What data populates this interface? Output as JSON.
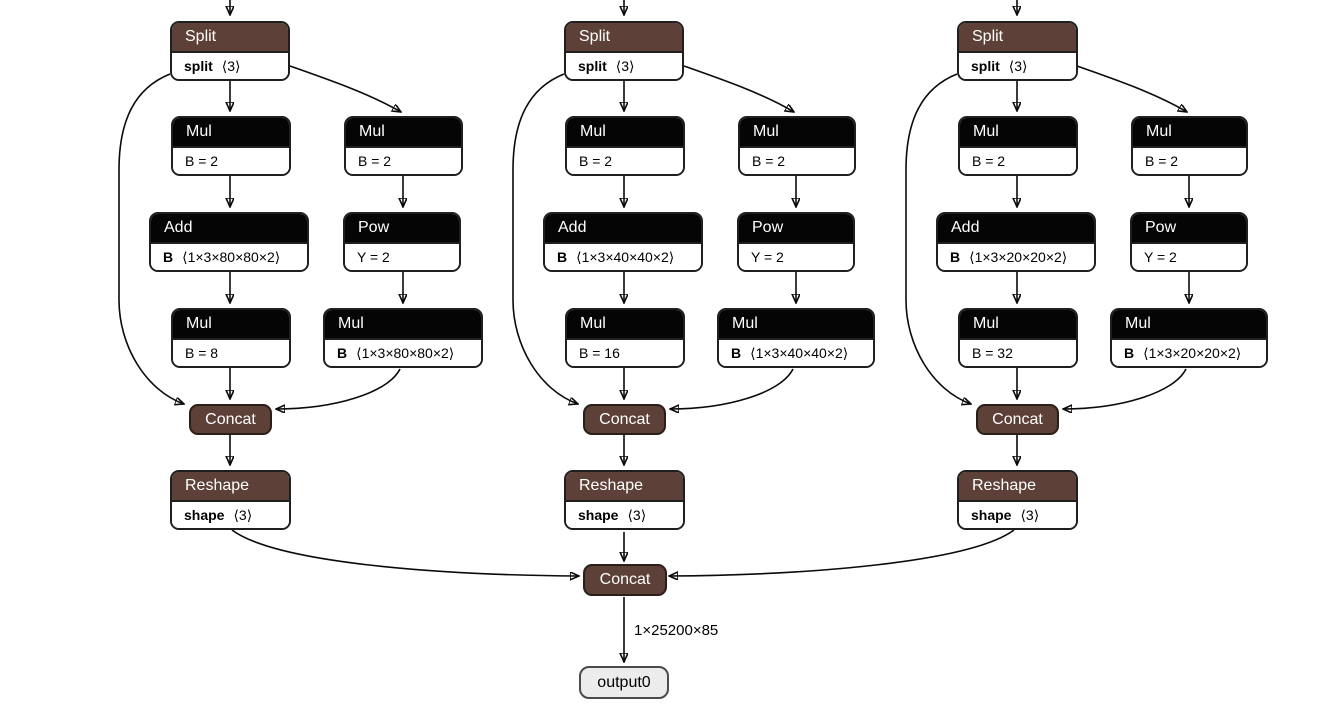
{
  "colors": {
    "shape_op_header": "#5d4037",
    "math_op_header": "#050505",
    "edge": "#0a0a0a",
    "node_border": "#1f1f1f",
    "output_fill": "#ececec"
  },
  "branches": [
    {
      "split": {
        "title": "Split",
        "attr_key": "split",
        "attr_value": "⟨3⟩"
      },
      "mul_xy": {
        "title": "Mul",
        "attr": "B = 2"
      },
      "mul_wh": {
        "title": "Mul",
        "attr": "B = 2"
      },
      "add": {
        "title": "Add",
        "attr_key": "B",
        "attr_value": "⟨1×3×80×80×2⟩"
      },
      "pow": {
        "title": "Pow",
        "attr": "Y = 2"
      },
      "mul_stride": {
        "title": "Mul",
        "attr": "B = 8"
      },
      "mul_anchor": {
        "title": "Mul",
        "attr_key": "B",
        "attr_value": "⟨1×3×80×80×2⟩"
      },
      "concat": {
        "title": "Concat"
      },
      "reshape": {
        "title": "Reshape",
        "attr_key": "shape",
        "attr_value": "⟨3⟩"
      }
    },
    {
      "split": {
        "title": "Split",
        "attr_key": "split",
        "attr_value": "⟨3⟩"
      },
      "mul_xy": {
        "title": "Mul",
        "attr": "B = 2"
      },
      "mul_wh": {
        "title": "Mul",
        "attr": "B = 2"
      },
      "add": {
        "title": "Add",
        "attr_key": "B",
        "attr_value": "⟨1×3×40×40×2⟩"
      },
      "pow": {
        "title": "Pow",
        "attr": "Y = 2"
      },
      "mul_stride": {
        "title": "Mul",
        "attr": "B = 16"
      },
      "mul_anchor": {
        "title": "Mul",
        "attr_key": "B",
        "attr_value": "⟨1×3×40×40×2⟩"
      },
      "concat": {
        "title": "Concat"
      },
      "reshape": {
        "title": "Reshape",
        "attr_key": "shape",
        "attr_value": "⟨3⟩"
      }
    },
    {
      "split": {
        "title": "Split",
        "attr_key": "split",
        "attr_value": "⟨3⟩"
      },
      "mul_xy": {
        "title": "Mul",
        "attr": "B = 2"
      },
      "mul_wh": {
        "title": "Mul",
        "attr": "B = 2"
      },
      "add": {
        "title": "Add",
        "attr_key": "B",
        "attr_value": "⟨1×3×20×20×2⟩"
      },
      "pow": {
        "title": "Pow",
        "attr": "Y = 2"
      },
      "mul_stride": {
        "title": "Mul",
        "attr": "B = 32"
      },
      "mul_anchor": {
        "title": "Mul",
        "attr_key": "B",
        "attr_value": "⟨1×3×20×20×2⟩"
      },
      "concat": {
        "title": "Concat"
      },
      "reshape": {
        "title": "Reshape",
        "attr_key": "shape",
        "attr_value": "⟨3⟩"
      }
    }
  ],
  "final": {
    "concat": {
      "title": "Concat"
    },
    "output_tensor_shape": "1×25200×85",
    "output": {
      "name": "output0"
    }
  }
}
